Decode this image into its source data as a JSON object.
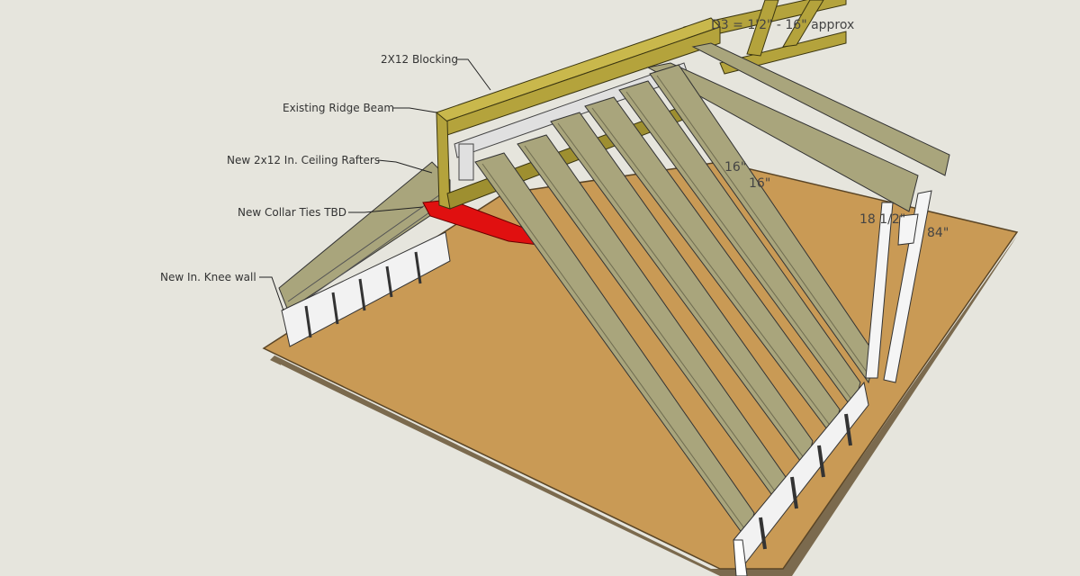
{
  "labels": {
    "blocking": "2X12 Blocking",
    "ridge_beam": "Existing Ridge Beam",
    "ceiling_rafters": "New 2x12 In. Ceiling Rafters",
    "collar_ties": "New Collar Ties TBD",
    "knee_wall": "New In. Knee wall",
    "truss_note": "D3 = 1'2\" - 16\" approx"
  },
  "dimensions": {
    "d1": "16\"",
    "d2": "16\"",
    "d3": "18 1/2\"",
    "d4": "84\""
  },
  "colors": {
    "background": "#e6e5dd",
    "floor": "#c99a55",
    "rafter": "#a9a57c",
    "ridge": "#b4a33c",
    "collar_tie": "#e01010",
    "wall": "#f2f2f2"
  }
}
